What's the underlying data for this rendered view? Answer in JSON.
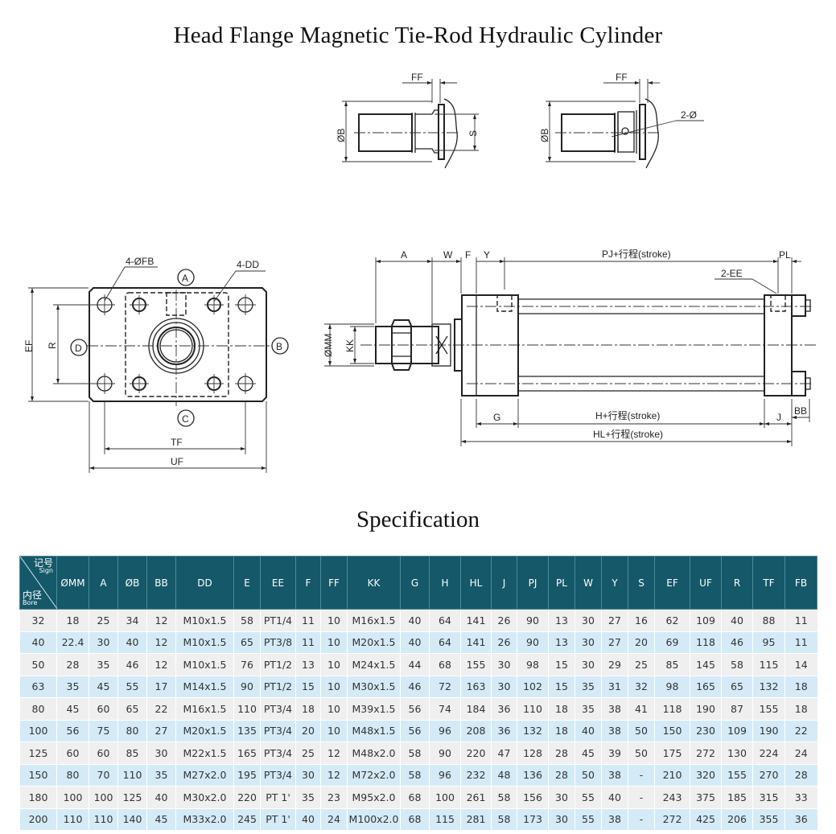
{
  "title": "Head Flange Magnetic Tie-Rod Hydraulic Cylinder",
  "spec_title": "Specification",
  "diagram": {
    "top_left": {
      "ff": "FF",
      "b": "ØB",
      "s": "S"
    },
    "top_right": {
      "ff": "FF",
      "b": "ØB",
      "port": "2-Ø"
    },
    "front": {
      "fb": "4-ØFB",
      "dd": "4-DD",
      "a": "A",
      "b": "B",
      "c": "C",
      "d": "D",
      "ef": "EF",
      "r": "R",
      "tf": "TF",
      "uf": "UF"
    },
    "side": {
      "a": "A",
      "w": "W",
      "f": "F",
      "y": "Y",
      "pj": "PJ+行程(stroke)",
      "pl": "PL",
      "ee": "2-EE",
      "mm": "ØMM",
      "kk": "KK",
      "g": "G",
      "h": "H+行程(stroke)",
      "j": "J",
      "bb": "BB",
      "hl": "HL+行程(stroke)"
    }
  },
  "table": {
    "corner": {
      "sign_cn": "记号",
      "sign_en": "Sign",
      "bore_cn": "内径",
      "bore_en": "Bore"
    },
    "headers": [
      "ØMM",
      "A",
      "ØB",
      "BB",
      "DD",
      "E",
      "EE",
      "F",
      "FF",
      "KK",
      "G",
      "H",
      "HL",
      "J",
      "PJ",
      "PL",
      "W",
      "Y",
      "S",
      "EF",
      "UF",
      "R",
      "TF",
      "FB"
    ],
    "rows": [
      [
        "32",
        "18",
        "25",
        "34",
        "12",
        "M10x1.5",
        "58",
        "PT1/4",
        "11",
        "10",
        "M16x1.5",
        "40",
        "64",
        "141",
        "26",
        "90",
        "13",
        "30",
        "27",
        "16",
        "62",
        "109",
        "40",
        "88",
        "11"
      ],
      [
        "40",
        "22.4",
        "30",
        "40",
        "12",
        "M10x1.5",
        "65",
        "PT3/8",
        "11",
        "10",
        "M20x1.5",
        "40",
        "64",
        "141",
        "26",
        "90",
        "13",
        "30",
        "27",
        "20",
        "69",
        "118",
        "46",
        "95",
        "11"
      ],
      [
        "50",
        "28",
        "35",
        "46",
        "12",
        "M10x1.5",
        "76",
        "PT1/2",
        "13",
        "10",
        "M24x1.5",
        "44",
        "68",
        "155",
        "30",
        "98",
        "15",
        "30",
        "29",
        "25",
        "85",
        "145",
        "58",
        "115",
        "14"
      ],
      [
        "63",
        "35",
        "45",
        "55",
        "17",
        "M14x1.5",
        "90",
        "PT1/2",
        "15",
        "10",
        "M30x1.5",
        "46",
        "72",
        "163",
        "30",
        "102",
        "15",
        "35",
        "31",
        "32",
        "98",
        "165",
        "65",
        "132",
        "18"
      ],
      [
        "80",
        "45",
        "60",
        "65",
        "22",
        "M16x1.5",
        "110",
        "PT3/4",
        "18",
        "10",
        "M39x1.5",
        "56",
        "74",
        "184",
        "36",
        "110",
        "18",
        "35",
        "38",
        "41",
        "118",
        "190",
        "87",
        "155",
        "18"
      ],
      [
        "100",
        "56",
        "75",
        "80",
        "27",
        "M20x1.5",
        "135",
        "PT3/4",
        "20",
        "10",
        "M48x1.5",
        "56",
        "96",
        "208",
        "36",
        "132",
        "18",
        "40",
        "38",
        "50",
        "150",
        "230",
        "109",
        "190",
        "22"
      ],
      [
        "125",
        "60",
        "60",
        "85",
        "30",
        "M22x1.5",
        "165",
        "PT3/4",
        "25",
        "12",
        "M48x2.0",
        "58",
        "90",
        "220",
        "47",
        "128",
        "28",
        "45",
        "39",
        "50",
        "175",
        "272",
        "130",
        "224",
        "24"
      ],
      [
        "150",
        "80",
        "70",
        "110",
        "35",
        "M27x2.0",
        "195",
        "PT3/4",
        "30",
        "12",
        "M72x2.0",
        "58",
        "96",
        "232",
        "48",
        "136",
        "28",
        "50",
        "38",
        "-",
        "210",
        "320",
        "155",
        "270",
        "28"
      ],
      [
        "180",
        "100",
        "100",
        "125",
        "40",
        "M30x2.0",
        "220",
        "PT 1'",
        "35",
        "23",
        "M95x2.0",
        "68",
        "100",
        "261",
        "58",
        "156",
        "30",
        "55",
        "40",
        "-",
        "243",
        "375",
        "185",
        "315",
        "33"
      ],
      [
        "200",
        "110",
        "110",
        "140",
        "45",
        "M33x2.0",
        "245",
        "PT 1'",
        "40",
        "24",
        "M100x2.0",
        "68",
        "115",
        "281",
        "58",
        "173",
        "30",
        "55",
        "38",
        "-",
        "272",
        "425",
        "206",
        "355",
        "36"
      ]
    ]
  },
  "colors": {
    "header_bg": "#145869",
    "row_odd": "#efefef",
    "row_even": "#d4ebf7"
  }
}
